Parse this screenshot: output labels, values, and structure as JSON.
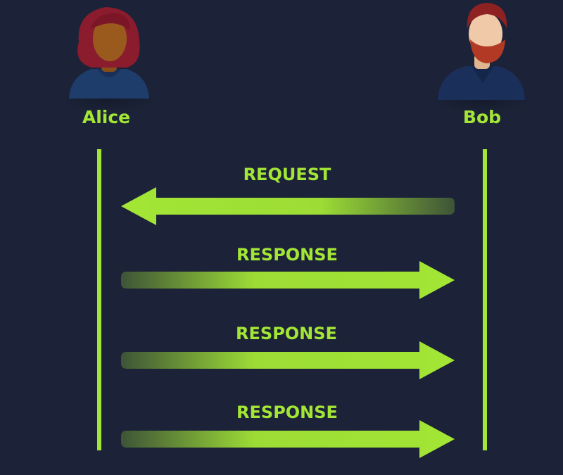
{
  "participants": {
    "alice": {
      "name": "Alice"
    },
    "bob": {
      "name": "Bob"
    }
  },
  "messages": [
    {
      "label": "REQUEST",
      "direction": "bob-to-alice"
    },
    {
      "label": "RESPONSE",
      "direction": "alice-to-bob"
    },
    {
      "label": "RESPONSE",
      "direction": "alice-to-bob"
    },
    {
      "label": "RESPONSE",
      "direction": "alice-to-bob"
    }
  ],
  "colors": {
    "background": "#1c2338",
    "accent": "#a3e635",
    "lifeline": "#a3e635",
    "alice_hair": "#8a1c2e",
    "alice_skin": "#9a5a1e",
    "alice_shirt": "#1f3d6b",
    "bob_hair": "#8e2222",
    "bob_beard": "#b23a24",
    "bob_skin": "#f0c9a8",
    "bob_shirt": "#1a2f5a"
  }
}
